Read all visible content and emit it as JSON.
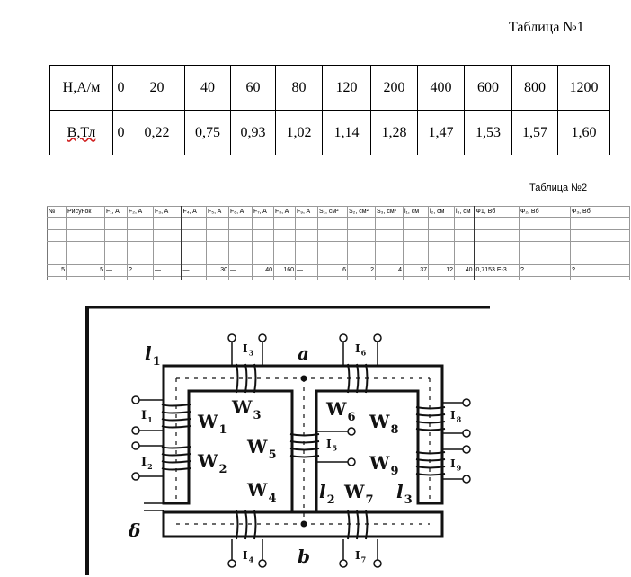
{
  "table1": {
    "title": "Таблица №1",
    "rows": [
      {
        "label": "H,A/м",
        "values": [
          "0",
          "20",
          "40",
          "60",
          "80",
          "120",
          "200",
          "400",
          "600",
          "800",
          "1200"
        ]
      },
      {
        "label": "B,Тл",
        "values": [
          "0",
          "0,22",
          "0,75",
          "0,93",
          "1,02",
          "1,14",
          "1,28",
          "1,47",
          "1,53",
          "1,57",
          "1,60"
        ]
      }
    ]
  },
  "table2": {
    "title": "Таблица №2",
    "headers": [
      "№",
      "Рисунок",
      "F₁, A",
      "F₂, A",
      "F₃, A",
      "F₄, A",
      "F₅, A",
      "F₆, A",
      "F₇, A",
      "F₈, A",
      "F₉, A",
      "S₁, см²",
      "S₂, см²",
      "S₃, см²",
      "l₁, см",
      "l₂, см",
      "l₃, см",
      "Ф1, Вб",
      "Ф₂, Вб",
      "Ф₃, Вб"
    ],
    "data_row": [
      "5",
      "5",
      "—",
      "?",
      "—",
      "—",
      "30",
      "—",
      "40",
      "160",
      "—",
      "6",
      "2",
      "4",
      "37",
      "12",
      "40",
      "0,7153 E-3",
      "?",
      "?"
    ]
  },
  "figure": {
    "labels": [
      {
        "base": "l",
        "sub": "1"
      },
      {
        "base": "I",
        "sub": "1"
      },
      {
        "base": "I",
        "sub": "2"
      },
      {
        "base": "W",
        "sub": "1"
      },
      {
        "base": "W",
        "sub": "2"
      },
      {
        "base": "W",
        "sub": "3"
      },
      {
        "base": "W",
        "sub": "4"
      },
      {
        "base": "W",
        "sub": "5"
      },
      {
        "base": "W",
        "sub": "6"
      },
      {
        "base": "W",
        "sub": "7"
      },
      {
        "base": "W",
        "sub": "8"
      },
      {
        "base": "W",
        "sub": "9"
      },
      {
        "base": "I",
        "sub": "3"
      },
      {
        "base": "I",
        "sub": "4"
      },
      {
        "base": "I",
        "sub": "5"
      },
      {
        "base": "I",
        "sub": "6"
      },
      {
        "base": "I",
        "sub": "7"
      },
      {
        "base": "I",
        "sub": "8"
      },
      {
        "base": "I",
        "sub": "9"
      },
      {
        "base": "l",
        "sub": "2"
      },
      {
        "base": "l",
        "sub": "3"
      },
      {
        "base": "a",
        "sub": ""
      },
      {
        "base": "b",
        "sub": ""
      },
      {
        "base": "δ",
        "sub": ""
      }
    ]
  }
}
